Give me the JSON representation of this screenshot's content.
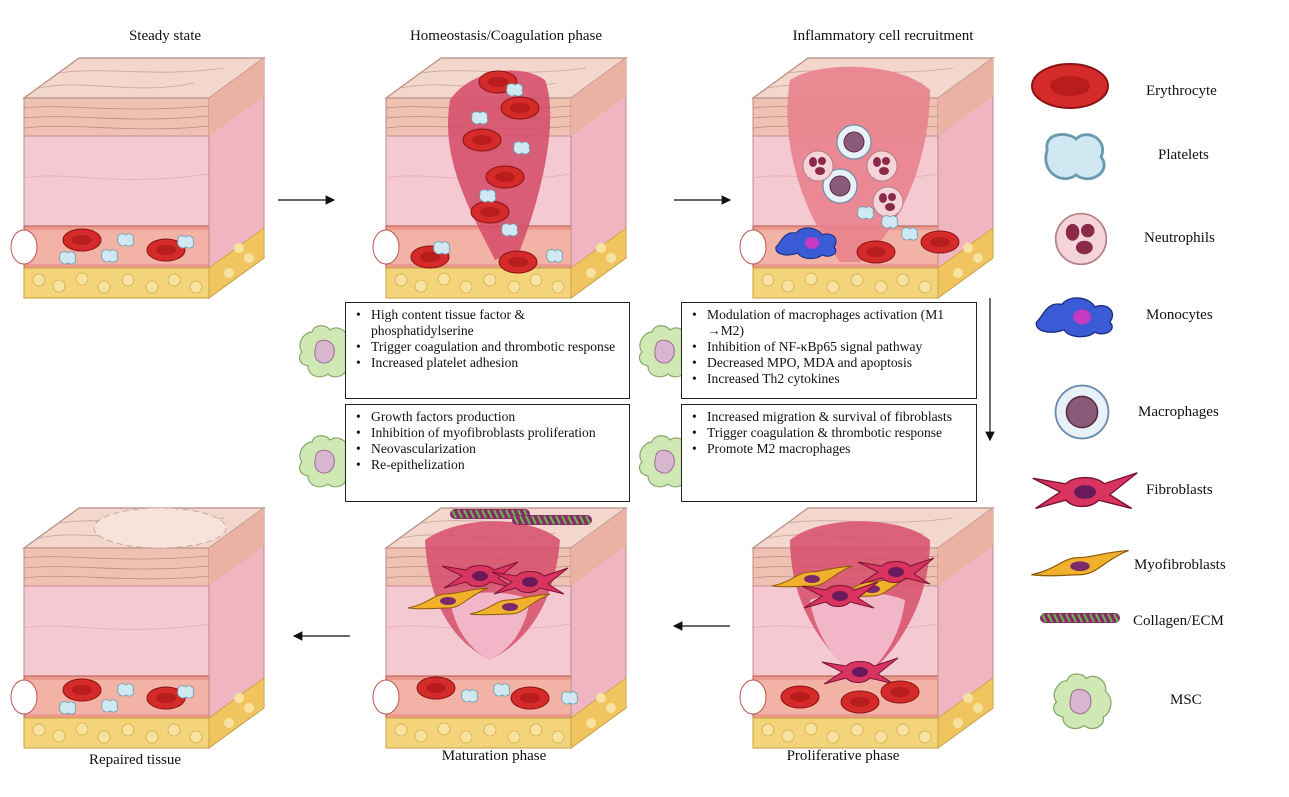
{
  "stages": {
    "steady": "Steady state",
    "coag": "Homeostasis/Coagulation phase",
    "inflam": "Inflammatory cell recruitment",
    "prolif": "Proliferative phase",
    "matur": "Maturation phase",
    "repaired": "Repaired tissue"
  },
  "boxes": {
    "coag": [
      "High content tissue factor & phosphatidylserine",
      "Trigger coagulation and thrombotic response",
      "Increased platelet adhesion"
    ],
    "inflam": [
      "Modulation of macrophages activation (M1 →M2)",
      "Inhibition of NF-κBp65 signal pathway",
      "Decreased MPO, MDA and apoptosis",
      "Increased Th2 cytokines"
    ],
    "matur": [
      "Growth factors production",
      "Inhibition of myofibroblasts proliferation",
      "Neovascularization",
      "Re-epithelization"
    ],
    "prolif": [
      "Increased migration & survival of fibroblasts",
      "Trigger coagulation & thrombotic response",
      "Promote M2 macrophages"
    ]
  },
  "legend": [
    {
      "label": "Erythrocyte",
      "icon": "erythrocyte-icon"
    },
    {
      "label": "Platelets",
      "icon": "platelet-icon"
    },
    {
      "label": "Neutrophils",
      "icon": "neutrophil-icon"
    },
    {
      "label": "Monocytes",
      "icon": "monocyte-icon"
    },
    {
      "label": "Macrophages",
      "icon": "macrophage-icon"
    },
    {
      "label": "Fibroblasts",
      "icon": "fibroblast-icon"
    },
    {
      "label": "Myofibroblasts",
      "icon": "myofibroblast-icon"
    },
    {
      "label": "Collagen/ECM",
      "icon": "collagen-icon"
    },
    {
      "label": "MSC",
      "icon": "msc-icon"
    }
  ],
  "colors": {
    "skin_top": "#f2d3c9",
    "dermis": "#f0c3cc",
    "dermis_side": "#e9a9b6",
    "fat": "#f3cf6b",
    "vessel": "#e99488",
    "erythrocyte": "#d42a2a",
    "platelet": "#cfe8f2",
    "msc": "#cfe8b4",
    "monocyte": "#3b5bd6",
    "myofibroblast": "#f2b12c",
    "wound": "#d64d6b"
  }
}
